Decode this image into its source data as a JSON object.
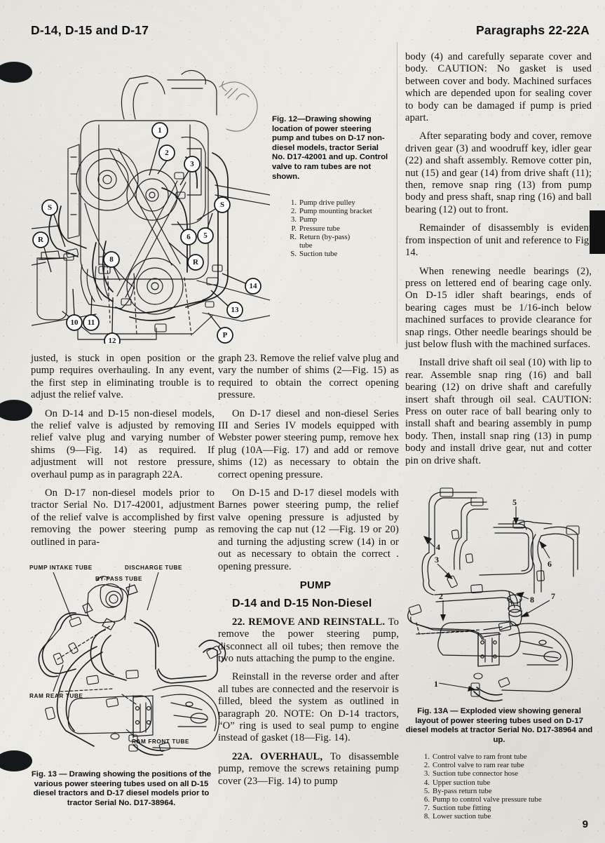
{
  "header": {
    "left": "D-14, D-15 and D-17",
    "right": "Paragraphs 22-22A"
  },
  "page_number": "9",
  "figure_12": {
    "caption": "Fig. 12—Drawing showing location of power steering pump and tubes on D-17 non-diesel models, tractor Serial No. D17-42001 and up. Control valve to ram tubes are not shown.",
    "legend": [
      {
        "n": "1.",
        "label": "Pump drive pulley"
      },
      {
        "n": "2.",
        "label": "Pump mounting bracket"
      },
      {
        "n": "3.",
        "label": "Pump"
      },
      {
        "n": "P.",
        "label": "Pressure tube"
      },
      {
        "n": "R.",
        "label": "Return (by-pass)"
      },
      {
        "n": "",
        "label": "tube"
      },
      {
        "n": "S.",
        "label": "Suction tube"
      }
    ],
    "callouts": [
      "1",
      "2",
      "3",
      "S",
      "S",
      "R",
      "R",
      "5",
      "6",
      "8",
      "10",
      "11",
      "12",
      "13",
      "14",
      "P"
    ]
  },
  "figure_13": {
    "caption": "Fig. 13 — Drawing showing the positions of the various power steering tubes used on all D-15 diesel tractors and D-17 diesel models prior to tractor Serial No. D17-38964.",
    "labels": [
      "PUMP INTAKE TUBE",
      "DISCHARGE TUBE",
      "BY-PASS TUBE",
      "RAM REAR TUBE",
      "RAM FRONT TUBE"
    ]
  },
  "figure_13a": {
    "caption": "Fig. 13A — Exploded view showing general layout of power steering tubes used on D-17 diesel models at tractor Serial No. D17-38964 and up.",
    "legend": [
      {
        "n": "1.",
        "label": "Control valve to ram front tube"
      },
      {
        "n": "2.",
        "label": "Control valve to ram rear tube"
      },
      {
        "n": "3.",
        "label": "Suction tube connector hose"
      },
      {
        "n": "4.",
        "label": "Upper suction tube"
      },
      {
        "n": "5.",
        "label": "By-pass return tube"
      },
      {
        "n": "6.",
        "label": "Pump to control valve pressure tube"
      },
      {
        "n": "7.",
        "label": "Suction tube fitting"
      },
      {
        "n": "8.",
        "label": "Lower suction tube"
      }
    ],
    "callouts": [
      "1",
      "2",
      "3",
      "4",
      "5",
      "6",
      "7",
      "8"
    ]
  },
  "column_left": {
    "p1": "justed, is stuck in open position or the pump requires overhauling. In any event, the first step in eliminating trouble is to adjust the relief valve.",
    "p2": "On D-14 and D-15 non-diesel models, the relief valve is adjusted by removing relief valve plug and varying number of shims (9—Fig. 14) as required. If adjustment will not restore pressure, overhaul pump as in paragraph 22A.",
    "p3": "On D-17 non-diesel models prior to tractor Serial No. D17-42001, adjustment of the relief valve is accomplished by first removing the power steering pump as outlined in para-"
  },
  "column_mid": {
    "p1": "graph 23. Remove the relief valve plug and vary the number of shims (2—Fig. 15) as required to obtain the correct opening pressure.",
    "p2": "On D-17 diesel and non-diesel Series III and Series IV models equipped with Webster power steering pump, remove hex plug (10A—Fig. 17) and add or remove shims (12) as necessary to obtain the correct opening pressure.",
    "p3": "On D-15 and D-17 diesel models with Barnes power steering pump, the relief valve opening pressure is adjusted by removing the cap nut (12 —Fig. 19 or 20) and turning the adjusting screw (14) in or out as necessary to obtain the correct . opening pressure.",
    "section_heading": "PUMP",
    "sub_heading": "D-14 and D-15 Non-Diesel",
    "p4_bold": "22. REMOVE AND REINSTALL.",
    "p4": " To remove the power steering pump, disconnect all oil tubes; then remove the two nuts attaching the pump to the engine.",
    "p5": "Reinstall in the reverse order and after all tubes are connected and the reservoir is filled, bleed the system as outlined in paragraph 20. NOTE: On D-14 tractors, “O” ring is used to seal pump to engine instead of gasket (18—Fig. 14).",
    "p6_bold": "22A. OVERHAUL,",
    "p6": " To disassemble pump, remove the screws retaining pump cover (23—Fig. 14) to pump"
  },
  "column_right": {
    "p1": "body (4) and carefully separate cover and body. CAUTION: No gasket is used between cover and body. Machined surfaces which are depended upon for sealing cover to body can be damaged if pump is pried apart.",
    "p2": "After separating body and cover, remove driven gear (3) and woodruff key, idler gear (22) and shaft assembly. Remove cotter pin, nut (15) and gear (14) from drive shaft (11); then, remove snap ring (13) from pump body and press shaft, snap ring (16) and ball bearing (12) out to front.",
    "p3": "Remainder of disassembly is evident from inspection of unit and reference to Fig. 14.",
    "p4": "When renewing needle bearings (2), press on lettered end of bearing cage only. On D-15 idler shaft bearings, ends of bearing cages must be 1/16-inch below machined surfaces to provide clearance for snap rings. Other needle bearings should be just below flush with the machined surfaces.",
    "p5": "Install drive shaft oil seal (10) with lip to rear. Assemble snap ring (16) and ball bearing (12) on drive shaft and carefully insert shaft through oil seal. CAUTION: Press on outer race of ball bearing only to install shaft and bearing assembly in pump body. Then, install snap ring (13) in pump body and install drive gear, nut and cotter pin on drive shaft."
  }
}
